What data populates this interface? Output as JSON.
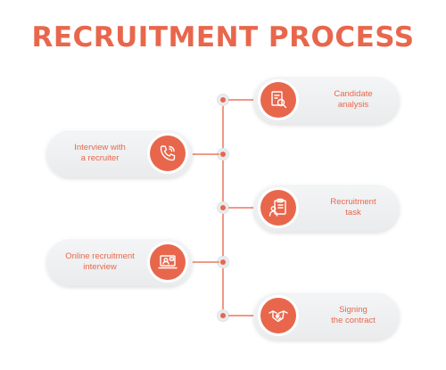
{
  "title": "RECRUITMENT PROCESS",
  "steps": [
    {
      "label_line1": "Candidate",
      "label_line2": "analysis",
      "icon": "document-search-icon",
      "side": "right"
    },
    {
      "label_line1": "Interview with",
      "label_line2": "a recruiter",
      "icon": "phone-call-icon",
      "side": "left"
    },
    {
      "label_line1": "Recruitment",
      "label_line2": "task",
      "icon": "clipboard-person-icon",
      "side": "right"
    },
    {
      "label_line1": "Online recruitment",
      "label_line2": "interview",
      "icon": "laptop-video-icon",
      "side": "left"
    },
    {
      "label_line1": "Signing",
      "label_line2": "the contract",
      "icon": "handshake-icon",
      "side": "right"
    }
  ],
  "colors": {
    "accent": "#e8674c",
    "line": "#ee9a87",
    "pill": "#eceef0"
  }
}
